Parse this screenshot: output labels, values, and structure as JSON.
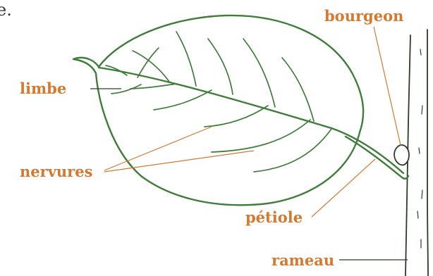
{
  "labels": {
    "limbe": "limbe",
    "nervures": "nervures",
    "bourgeon": "bourgeon",
    "petiole": "pétiole",
    "rameau": "rameau"
  },
  "stray_text": "e.",
  "colors": {
    "label": "#d4792f",
    "leaf_outline": "#3f7d3a",
    "branch_outline": "#2b3a2a",
    "background": "#ffffff"
  }
}
